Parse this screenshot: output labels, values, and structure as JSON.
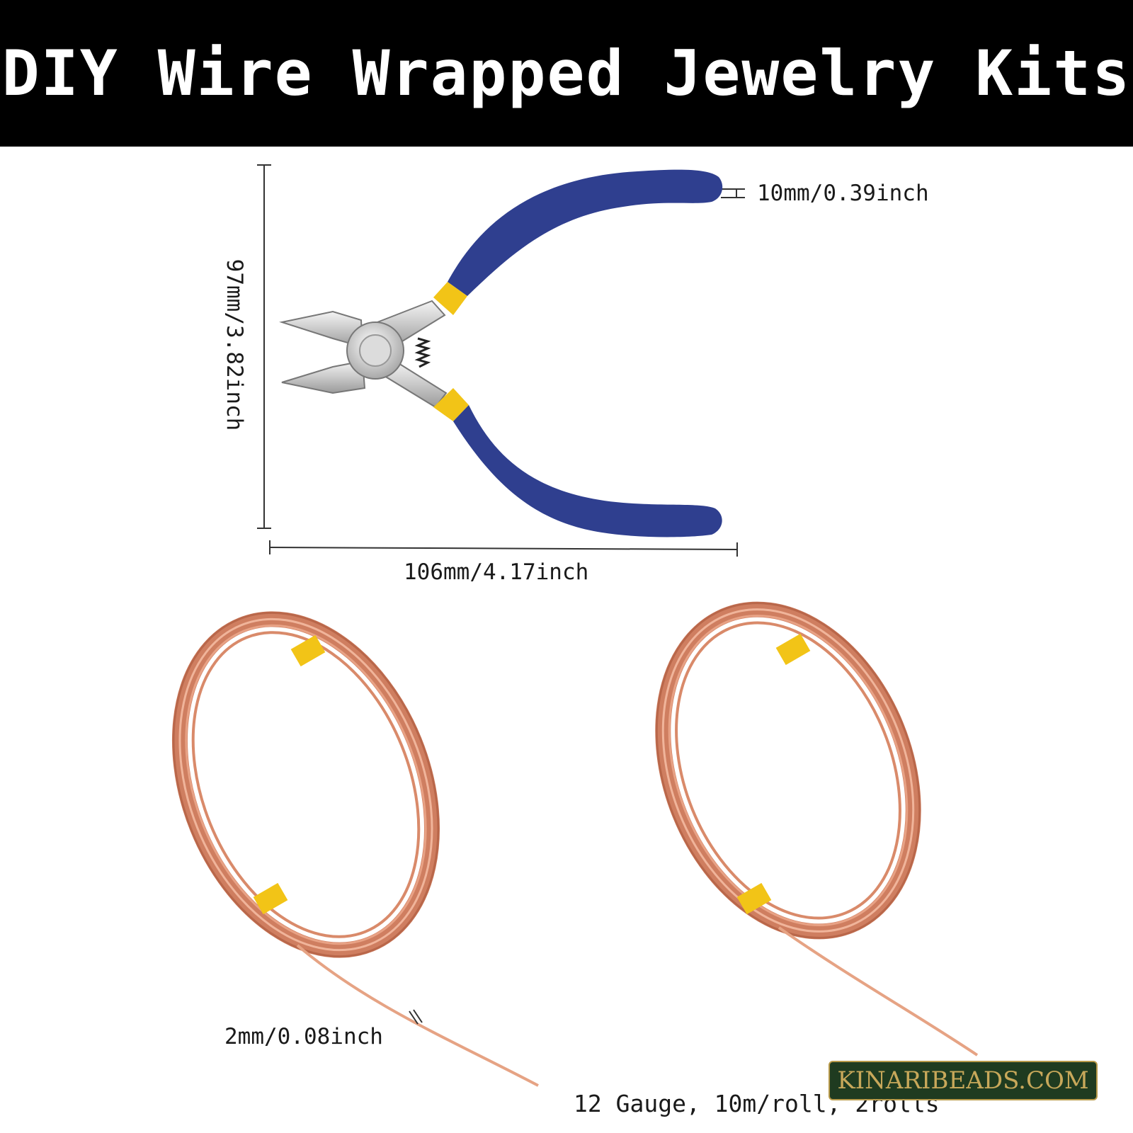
{
  "banner": {
    "title": "DIY Wire Wrapped Jewelry Kits"
  },
  "pliers": {
    "height_label": "97mm/3.82inch",
    "width_label": "106mm/4.17inch",
    "handle_label": "10mm/0.39inch"
  },
  "wire": {
    "diameter_label": "2mm/0.08inch",
    "spec_label": "12 Gauge, 10m/roll, 2rolls"
  },
  "watermark": {
    "text": "KINARIBEADS.COM"
  },
  "colors": {
    "banner_bg": "#000000",
    "handle_blue": "#2f3f8f",
    "band_yellow": "#f2c417",
    "wire_copper": "#d98a6a",
    "watermark_bg": "#1f3b20"
  }
}
